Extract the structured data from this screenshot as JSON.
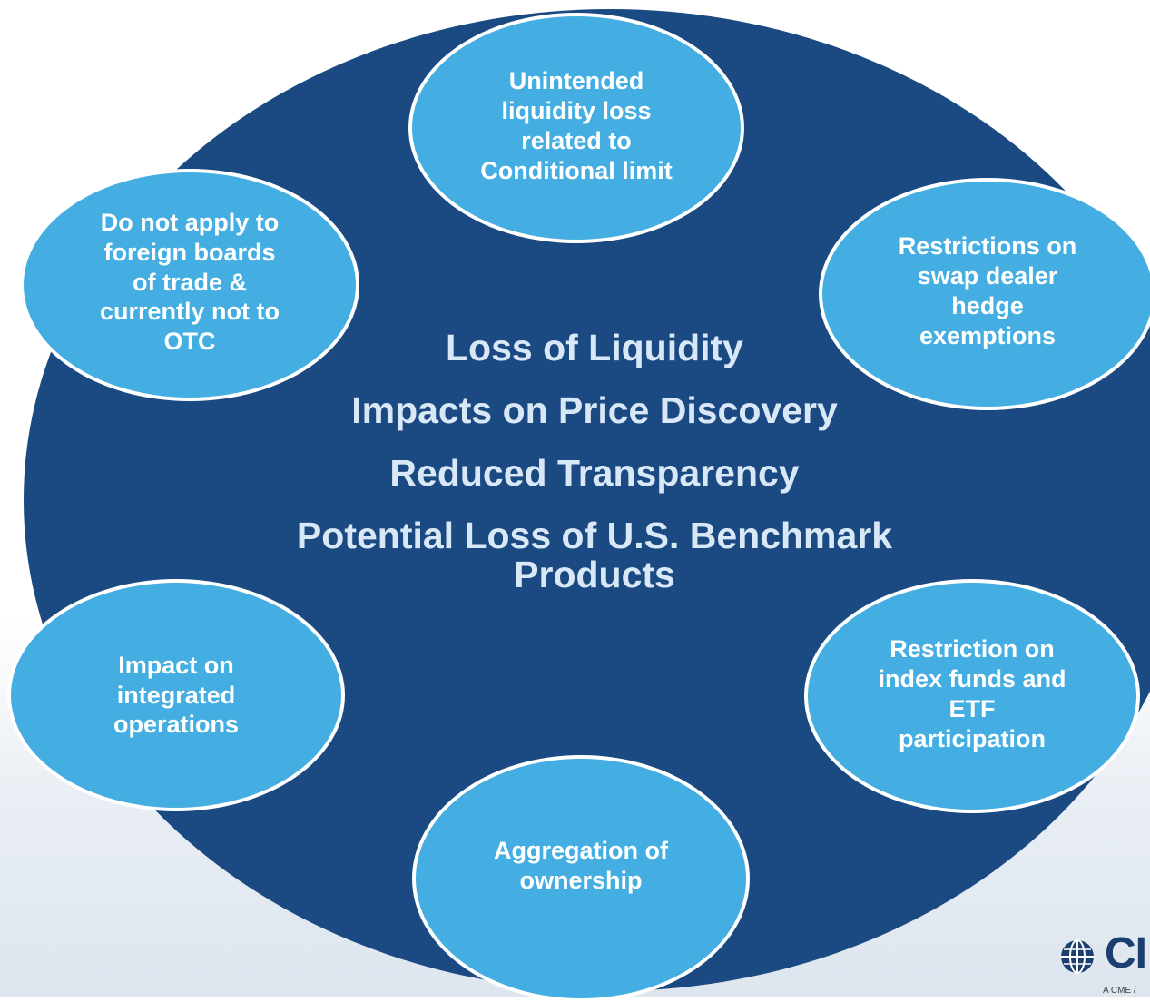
{
  "center_lines": [
    "Loss of Liquidity",
    "Impacts on Price Discovery",
    "Reduced Transparency",
    "Potential Loss of U.S. Benchmark\nProducts"
  ],
  "bubbles": {
    "top": "Unintended\nliquidity loss\nrelated to\nConditional limit",
    "right": "Restrictions on\nswap dealer\nhedge\nexemptions",
    "left": "Do not apply to\nforeign boards\nof trade &\ncurrently not to\nOTC",
    "lower_left": "Impact on\nintegrated\noperations",
    "lower_right": "Restriction on\nindex funds and\nETF\nparticipation",
    "bottom": "Aggregation of\nownership"
  },
  "logo": {
    "text": "CI",
    "tagline": "A CME /",
    "icon": "globe-icon"
  },
  "colors": {
    "ellipse": "#1b4a82",
    "bubble": "#44aee2",
    "bubble_border": "#ffffff",
    "center_text": "#d9e8f6",
    "logo_text": "#1b3f6e"
  }
}
